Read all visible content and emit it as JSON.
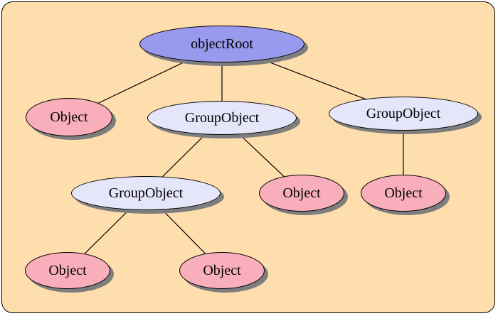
{
  "diagram": {
    "kind": "tree",
    "nodes": [
      {
        "id": "root",
        "label": "objectRoot",
        "type": "root"
      },
      {
        "id": "obj-left",
        "label": "Object",
        "type": "leaf"
      },
      {
        "id": "grp-middle",
        "label": "GroupObject",
        "type": "group"
      },
      {
        "id": "grp-right",
        "label": "GroupObject",
        "type": "group"
      },
      {
        "id": "grp-lower",
        "label": "GroupObject",
        "type": "group"
      },
      {
        "id": "obj-mid",
        "label": "Object",
        "type": "leaf"
      },
      {
        "id": "obj-right",
        "label": "Object",
        "type": "leaf"
      },
      {
        "id": "obj-bottom-left",
        "label": "Object",
        "type": "leaf"
      },
      {
        "id": "obj-bottom-middle",
        "label": "Object",
        "type": "leaf"
      }
    ],
    "edges": [
      {
        "from": "root",
        "to": "obj-left"
      },
      {
        "from": "root",
        "to": "grp-middle"
      },
      {
        "from": "root",
        "to": "grp-right"
      },
      {
        "from": "grp-middle",
        "to": "grp-lower"
      },
      {
        "from": "grp-middle",
        "to": "obj-mid"
      },
      {
        "from": "grp-right",
        "to": "obj-right"
      },
      {
        "from": "grp-lower",
        "to": "obj-bottom-left"
      },
      {
        "from": "grp-lower",
        "to": "obj-bottom-middle"
      }
    ],
    "colors": {
      "background": "#FFDEAD",
      "root_fill": "#9999EE",
      "group_fill": "#E6E6FA",
      "leaf_fill": "#F9AEBC",
      "stroke": "#000000",
      "shadow": "#7E7E7E"
    }
  }
}
